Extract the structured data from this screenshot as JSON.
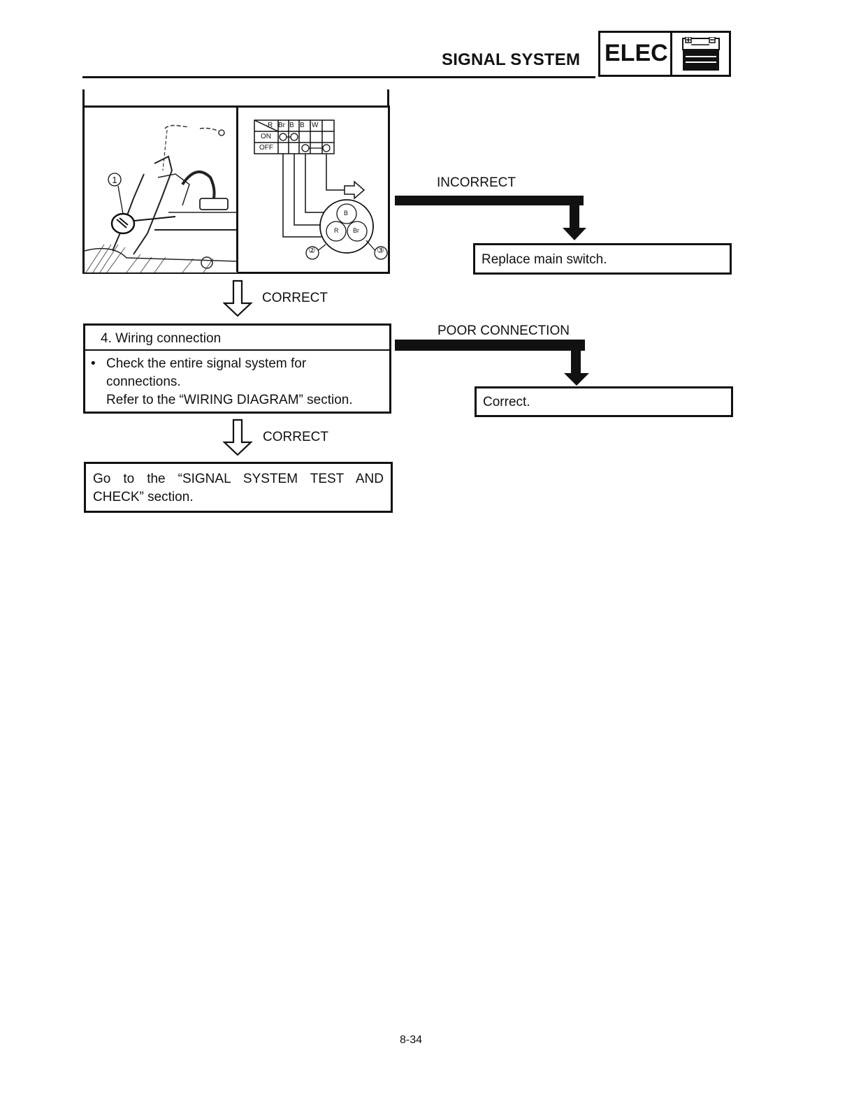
{
  "header": {
    "title": "SIGNAL SYSTEM",
    "badge_label": "ELEC",
    "badge_icon": "battery-icon"
  },
  "figure": {
    "callout_1": "①",
    "callout_2": "②",
    "callout_3": "③",
    "table_headers": [
      "R",
      "Br",
      "B",
      "W"
    ],
    "row_on": "ON",
    "row_off": "OFF",
    "connector_pins": [
      "B",
      "R",
      "Br"
    ]
  },
  "flow": {
    "correct_1": "CORRECT",
    "step4_title": "4. Wiring connection",
    "step4_bullet": "Check the entire signal system for connections.",
    "step4_refer": "Refer to the “WIRING DIAGRAM” section.",
    "correct_2": "CORRECT",
    "final_text": "Go to the “SIGNAL SYSTEM TEST AND CHECK” section."
  },
  "branches": {
    "incorrect_label": "INCORRECT",
    "incorrect_action": "Replace main switch.",
    "poor_label": "POOR CONNECTION",
    "poor_action": "Correct."
  },
  "footer": {
    "page_number": "8-34"
  }
}
